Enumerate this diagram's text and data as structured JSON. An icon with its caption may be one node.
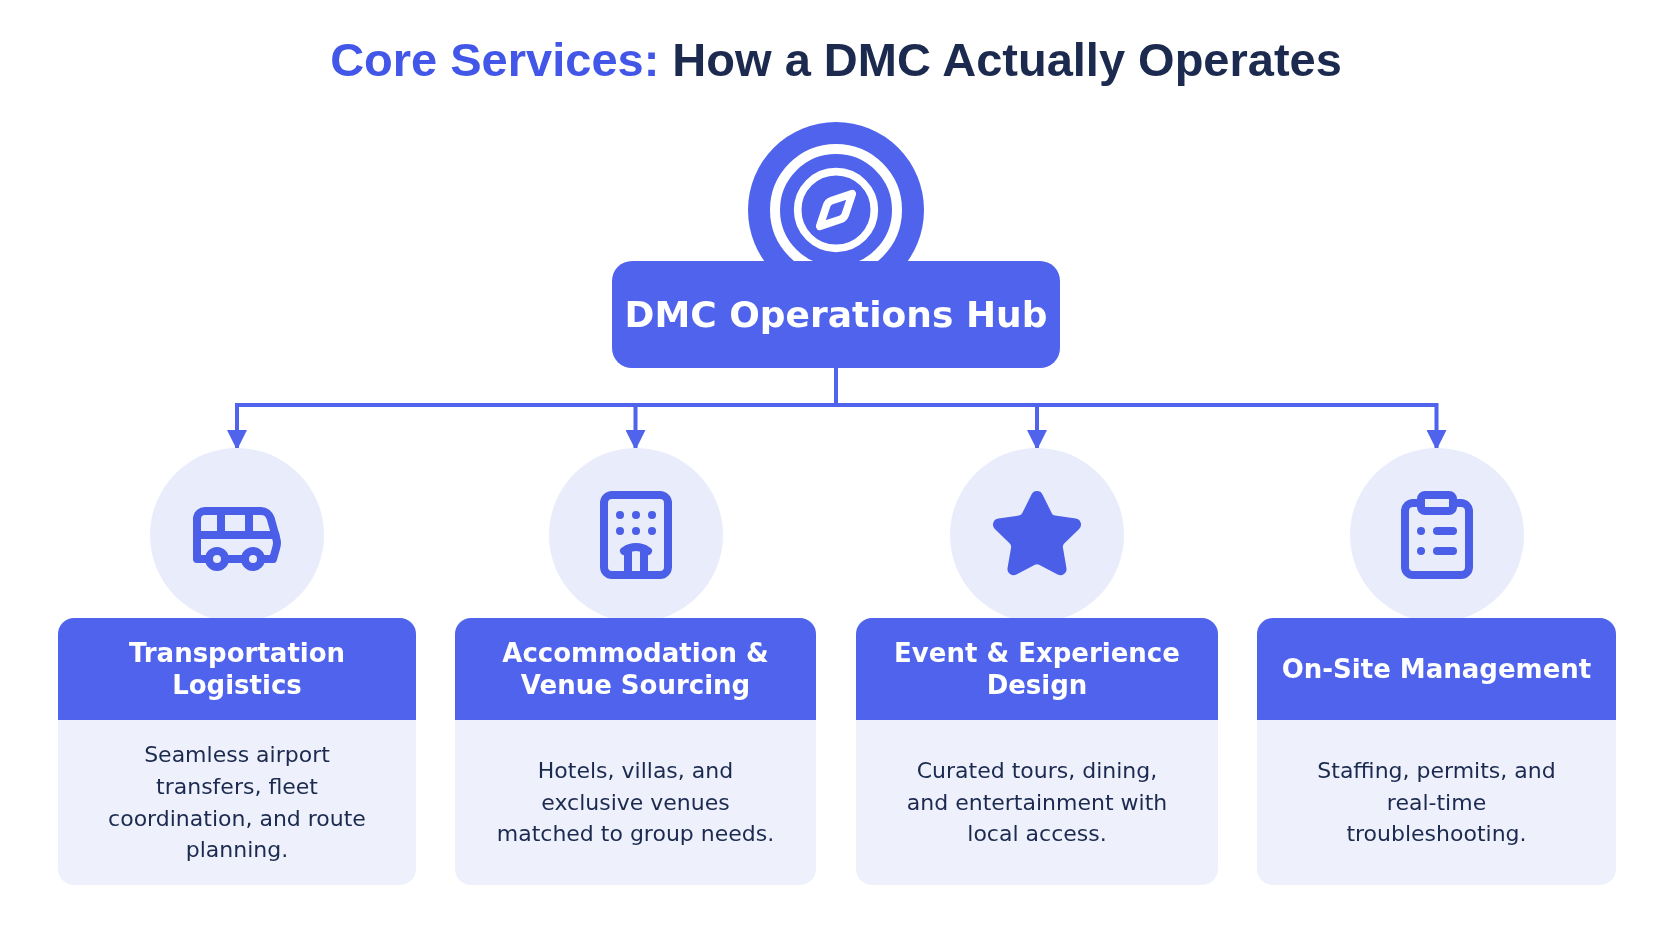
{
  "diagram": {
    "title": "Core Services: How a DMC Actually Operates",
    "nodes": [
      {
        "text": [
          "DMC Operations Hub"
        ]
      },
      {
        "text": [
          "Transportation Logistics",
          "Seamless airport transfers, fleet coordination, and route planning."
        ]
      },
      {
        "text": [
          "Accommodation & Venue Sourcing",
          "Hotels, villas, and exclusive venues matched to group needs."
        ]
      },
      {
        "text": [
          "Event & Experience Design",
          "Curated tours, dining, and entertainment with local access."
        ]
      },
      {
        "text": [
          "On-Site Management",
          "Staffing, permits, and real-time troubleshooting."
        ]
      }
    ],
    "edges": [
      {
        "from": 0,
        "to": 1,
        "arrow": "to"
      },
      {
        "from": 0,
        "to": 2,
        "arrow": "to"
      },
      {
        "from": 0,
        "to": 3,
        "arrow": "to"
      },
      {
        "from": 0,
        "to": 4,
        "arrow": "to"
      }
    ]
  }
}
